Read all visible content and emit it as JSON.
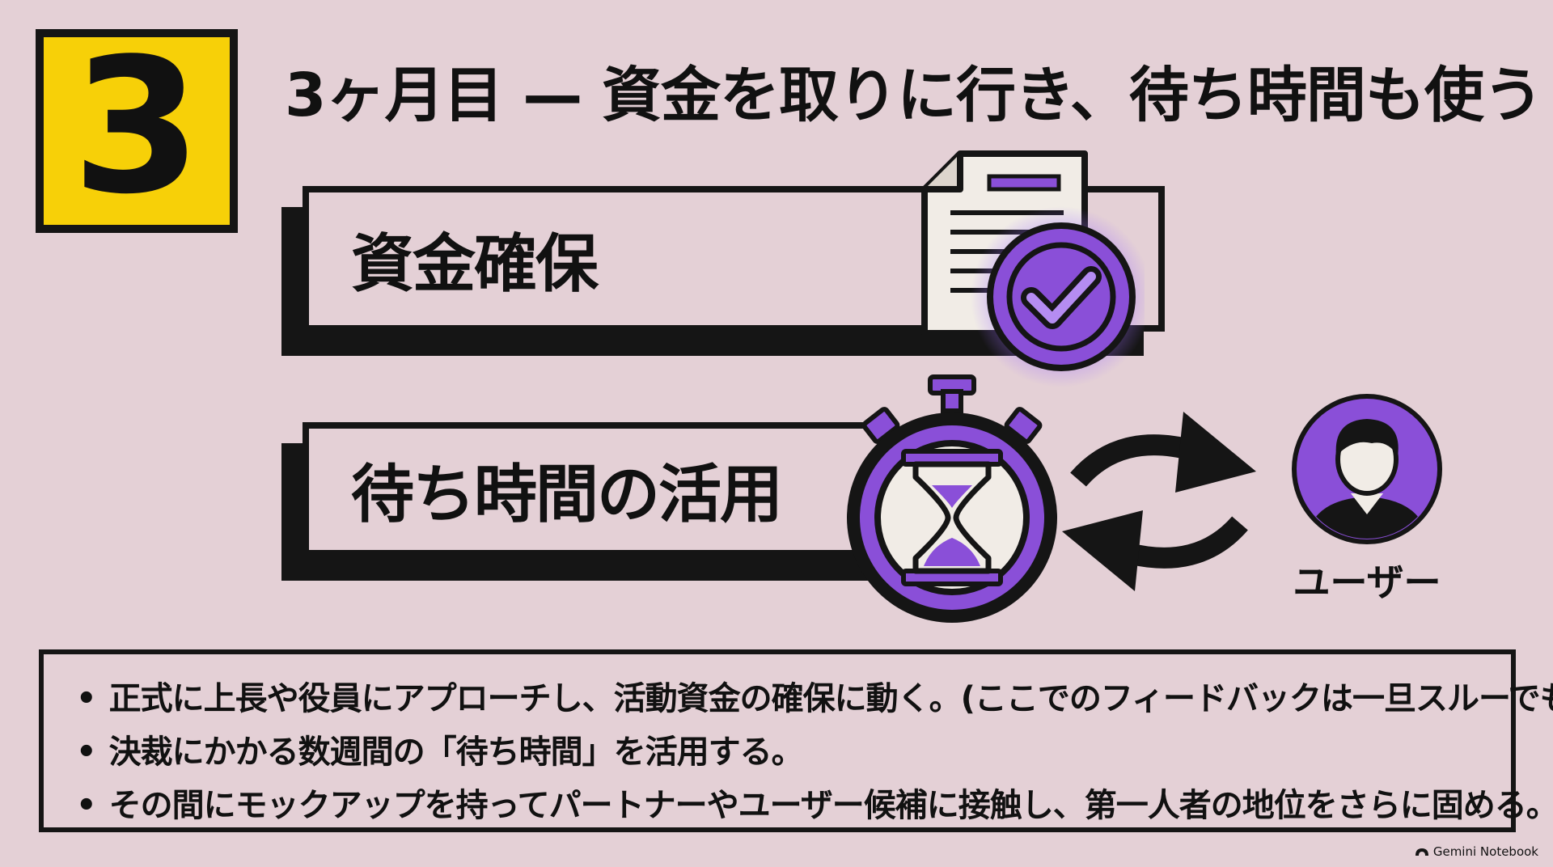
{
  "step": {
    "number": "3"
  },
  "title": "3ヶ月目 — 資金を取りに行き、待ち時間も使う",
  "cards": [
    {
      "label": "資金確保",
      "icon": "document-check-icon"
    },
    {
      "label": "待ち時間の活用",
      "icon": "hourglass-stopwatch-icon"
    }
  ],
  "cycle": {
    "icon": "cycle-arrows-icon"
  },
  "user": {
    "label": "ユーザー",
    "icon": "user-avatar-icon"
  },
  "notes": [
    "正式に上長や役員にアプローチし、活動資金の確保に動く。(ここでのフィードバックは一旦スルーでも可)",
    "決裁にかかる数週間の「待ち時間」を活用する。",
    "その間にモックアップを持ってパートナーやユーザー候補に接触し、第一人者の地位をさらに固める。"
  ],
  "footer": {
    "text": "Gemini Notebook",
    "icon": "gemini-logo-icon"
  },
  "colors": {
    "background": "#E4D0D6",
    "badge": "#F7D008",
    "accent_purple": "#8A4FD8",
    "ink": "#151515"
  }
}
